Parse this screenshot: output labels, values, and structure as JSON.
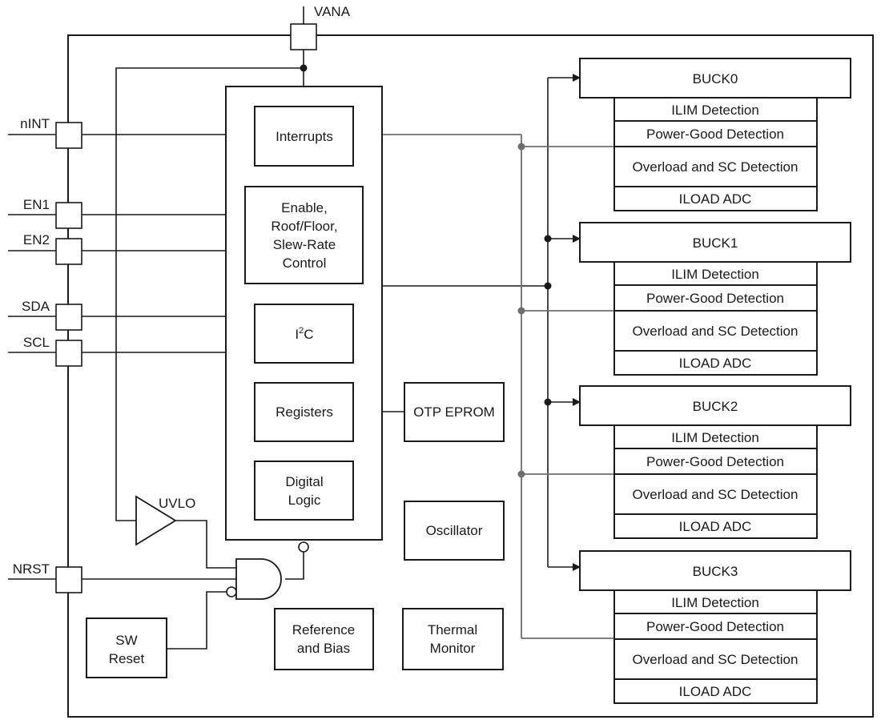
{
  "pins": {
    "vana": "VANA",
    "nint": "nINT",
    "en1": "EN1",
    "en2": "EN2",
    "sda": "SDA",
    "scl": "SCL",
    "nrst": "NRST"
  },
  "blocks": {
    "interrupts": "Interrupts",
    "enable": [
      "Enable,",
      "Roof/Floor,",
      "Slew-Rate",
      "Control"
    ],
    "i2c_main": "I",
    "i2c_sup": "2",
    "i2c_tail": "C",
    "registers": "Registers",
    "digital_logic": [
      "Digital",
      "Logic"
    ],
    "otp": "OTP EPROM",
    "oscillator": "Oscillator",
    "reference": [
      "Reference",
      "and Bias"
    ],
    "thermal": [
      "Thermal",
      "Monitor"
    ],
    "sw_reset": [
      "SW",
      "Reset"
    ],
    "uvlo": "UVLO"
  },
  "bucks": [
    {
      "name": "BUCK0",
      "rows": [
        "ILIM Detection",
        "Power-Good Detection",
        "Overload and SC Detection",
        "ILOAD ADC"
      ]
    },
    {
      "name": "BUCK1",
      "rows": [
        "ILIM Detection",
        "Power-Good Detection",
        "Overload and SC Detection",
        "ILOAD ADC"
      ]
    },
    {
      "name": "BUCK2",
      "rows": [
        "ILIM Detection",
        "Power-Good Detection",
        "Overload and SC Detection",
        "ILOAD ADC"
      ]
    },
    {
      "name": "BUCK3",
      "rows": [
        "ILIM Detection",
        "Power-Good Detection",
        "Overload and SC Detection",
        "ILOAD ADC"
      ]
    }
  ],
  "colors": {
    "line": "#1a1a1a",
    "status_line": "#6e6e6e"
  }
}
